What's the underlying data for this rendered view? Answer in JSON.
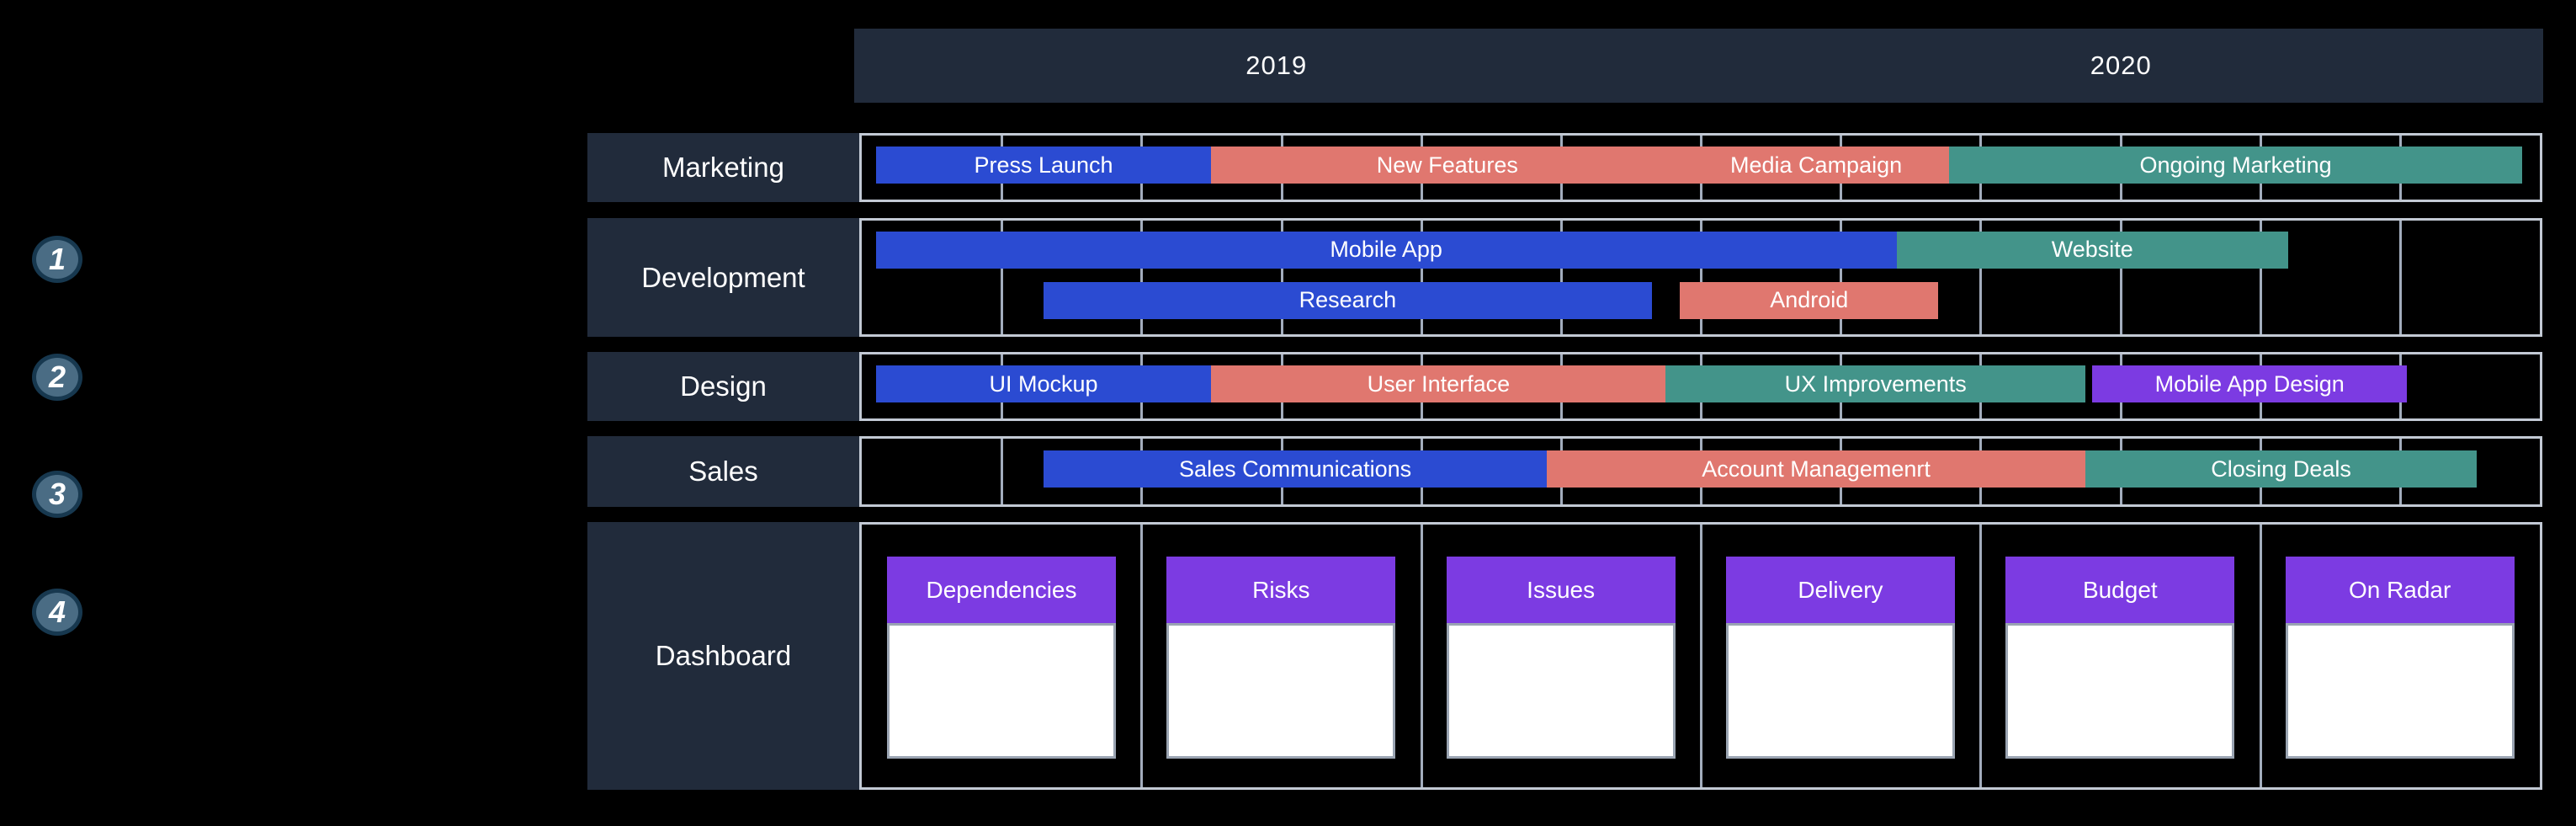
{
  "title": "Project Roadmap Gantt Timeline",
  "colors": {
    "blue": "#2B4BD2",
    "salmon": "#E0776F",
    "teal": "#43948A",
    "purple": "#7C3BE2",
    "panel_navy": "#212B3B",
    "grid_line": "#A3ADBD",
    "grid_border": "#C2C9D4",
    "card_body_border": "#9AA4B2",
    "step_circle_fill": "#4A6C84",
    "step_circle_border": "#17384F",
    "background": "#000000"
  },
  "timeline": {
    "years": [
      "2019",
      "2020"
    ],
    "months_total": 24,
    "grid_columns": 12
  },
  "steps": [
    "1",
    "2",
    "3",
    "4"
  ],
  "chart_data": {
    "type": "bar",
    "variant": "gantt-timeline",
    "title": "",
    "x_axis": {
      "unit": "months",
      "range": [
        0,
        24
      ],
      "year_labels": [
        "2019",
        "2020"
      ],
      "grid": true
    },
    "legend": null,
    "rows": [
      {
        "label": "Marketing",
        "lines": [
          [
            {
              "task": "Press Launch",
              "start": 0.2,
              "end": 5.0,
              "color": "blue"
            },
            {
              "task": "New Features",
              "start": 5.0,
              "end": 11.75,
              "color": "salmon"
            },
            {
              "task": "Media Campaign",
              "start": 11.75,
              "end": 15.55,
              "color": "salmon"
            },
            {
              "task": "Ongoing Marketing",
              "start": 15.55,
              "end": 23.75,
              "color": "teal"
            }
          ]
        ]
      },
      {
        "label": "Development",
        "lines": [
          [
            {
              "task": "Mobile App",
              "start": 0.2,
              "end": 14.8,
              "color": "blue"
            },
            {
              "task": "Website",
              "start": 14.8,
              "end": 20.4,
              "color": "teal"
            }
          ],
          [
            {
              "task": "Research",
              "start": 2.6,
              "end": 11.3,
              "color": "blue"
            },
            {
              "task": "Android",
              "start": 11.7,
              "end": 15.4,
              "color": "salmon"
            }
          ]
        ]
      },
      {
        "label": "Design",
        "lines": [
          [
            {
              "task": "UI Mockup",
              "start": 0.2,
              "end": 5.0,
              "color": "blue"
            },
            {
              "task": "User Interface",
              "start": 5.0,
              "end": 11.5,
              "color": "salmon"
            },
            {
              "task": "UX Improvements",
              "start": 11.5,
              "end": 17.5,
              "color": "teal"
            },
            {
              "task": "Mobile App Design",
              "start": 17.6,
              "end": 22.1,
              "color": "purple"
            }
          ]
        ]
      },
      {
        "label": "Sales",
        "lines": [
          [
            {
              "task": "Sales Communications",
              "start": 2.6,
              "end": 9.8,
              "color": "blue"
            },
            {
              "task": "Account Managemenrt",
              "start": 9.8,
              "end": 17.5,
              "color": "salmon"
            },
            {
              "task": "Closing Deals",
              "start": 17.5,
              "end": 23.1,
              "color": "teal"
            }
          ]
        ]
      }
    ]
  },
  "dashboard": {
    "label": "Dashboard",
    "cards": [
      "Dependencies",
      "Risks",
      "Issues",
      "Delivery",
      "Budget",
      "On Radar"
    ]
  }
}
